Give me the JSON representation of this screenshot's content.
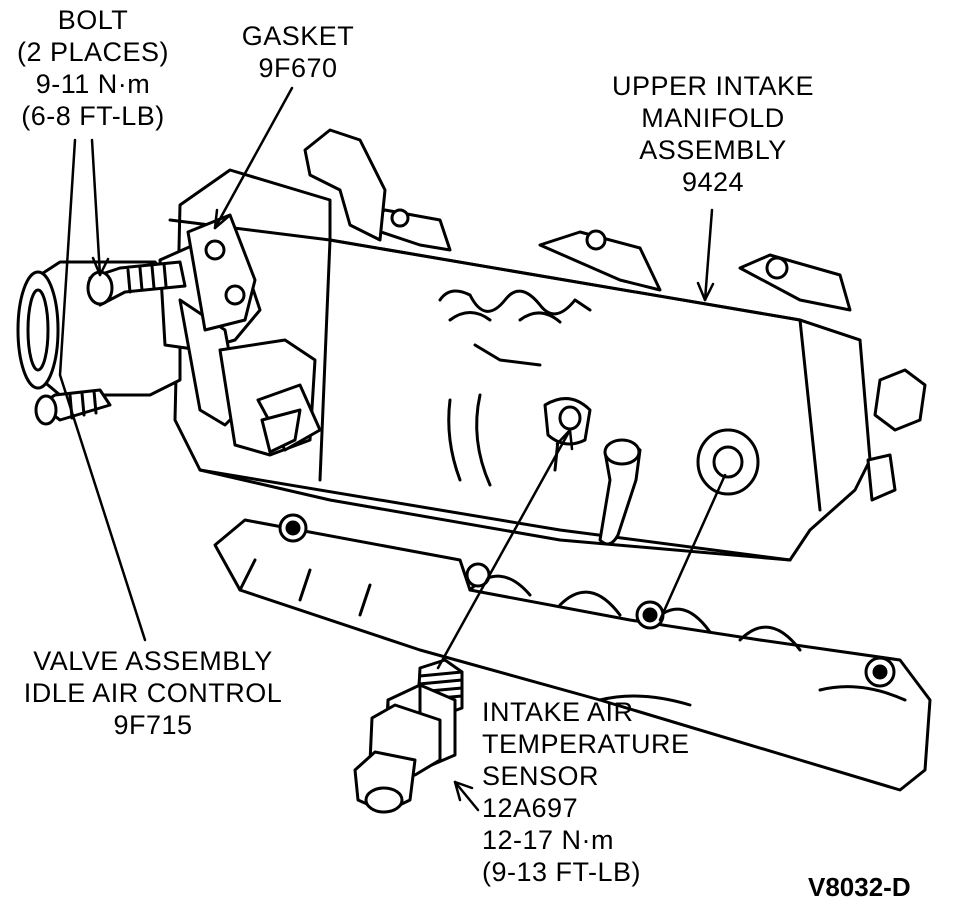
{
  "labels": {
    "bolt": [
      "BOLT",
      "(2 PLACES)",
      "9-11 N·m",
      "(6-8 FT-LB)"
    ],
    "gasket": [
      "GASKET",
      "9F670"
    ],
    "upper_intake": [
      "UPPER INTAKE",
      "MANIFOLD",
      "ASSEMBLY",
      "9424"
    ],
    "valve_assembly": [
      "VALVE ASSEMBLY",
      "IDLE AIR CONTROL",
      "9F715"
    ],
    "intake_air_sensor": [
      "INTAKE AIR",
      "TEMPERATURE",
      "SENSOR",
      "12A697",
      "12-17 N·m",
      "(9-13 FT-LB)"
    ]
  },
  "figure_code": "V8032-D"
}
